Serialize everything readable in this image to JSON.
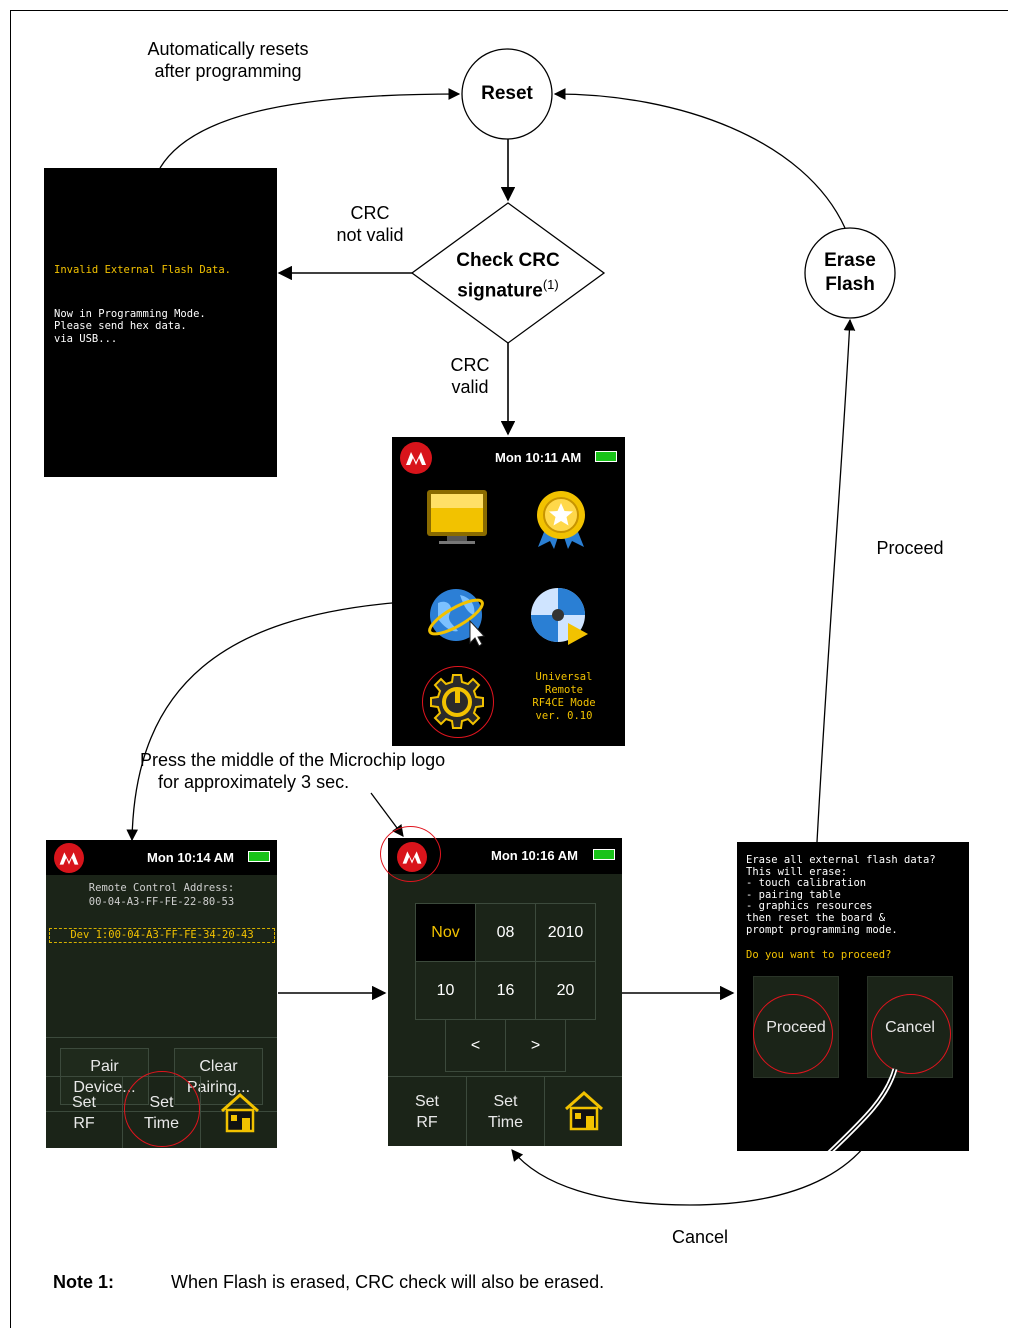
{
  "flow": {
    "reset_label": "Reset",
    "crc_check_label": "Check CRC",
    "crc_check_label2": "signature",
    "crc_check_sup": "(1)",
    "erase_label1": "Erase",
    "erase_label2": "Flash",
    "auto_reset_1": "Automatically resets",
    "auto_reset_2": "after programming",
    "crc_invalid_1": "CRC",
    "crc_invalid_2": "not valid",
    "crc_valid_1": "CRC",
    "crc_valid_2": "valid",
    "proceed_edge": "Proceed",
    "cancel_edge": "Cancel",
    "press_logo_1": "Press the middle of the Microchip logo",
    "press_logo_2": "for approximately 3 sec."
  },
  "programming_screen": {
    "line1": "Invalid External Flash Data.",
    "line2": "Now in Programming Mode.",
    "line3": "Please send hex data.",
    "line4": "via USB..."
  },
  "home_screen": {
    "status_time": "Mon 10:11 AM",
    "info_1": "Universal",
    "info_2": "Remote",
    "info_3": "RF4CE Mode",
    "info_4": "ver. 0.10"
  },
  "pair_screen": {
    "status_time": "Mon 10:14 AM",
    "addr_title": "Remote Control Address:",
    "addr_value": "00-04-A3-FF-FE-22-80-53",
    "device_entry": "Dev 1:00-04-A3-FF-FE-34-20-43",
    "pair_btn_1": "Pair",
    "pair_btn_2": "Device...",
    "clear_btn_1": "Clear",
    "clear_btn_2": "Pairing...",
    "set_rf_1": "Set",
    "set_rf_2": "RF",
    "set_time_1": "Set",
    "set_time_2": "Time"
  },
  "time_screen": {
    "status_time": "Mon 10:16 AM",
    "month": "Nov",
    "day": "08",
    "year": "2010",
    "hour": "10",
    "minute": "16",
    "second": "20",
    "prev": "<",
    "next": ">",
    "set_rf_1": "Set",
    "set_rf_2": "RF",
    "set_time_1": "Set",
    "set_time_2": "Time"
  },
  "erase_screen": {
    "line1": "Erase all external flash data?",
    "line2": "This will erase:",
    "line3": "- touch calibration",
    "line4": "- pairing table",
    "line5": "- graphics resources",
    "line6": "then reset the board &",
    "line7": "prompt programming mode.",
    "question": "Do you want to proceed?",
    "proceed_btn": "Proceed",
    "cancel_btn": "Cancel"
  },
  "note": {
    "label": "Note 1:",
    "text": "When Flash is erased, CRC check will also be erased."
  },
  "colors": {
    "accent_yellow": "#f2c200",
    "highlight_red": "#e0141e",
    "screen_green_bg": "#1b2418"
  }
}
